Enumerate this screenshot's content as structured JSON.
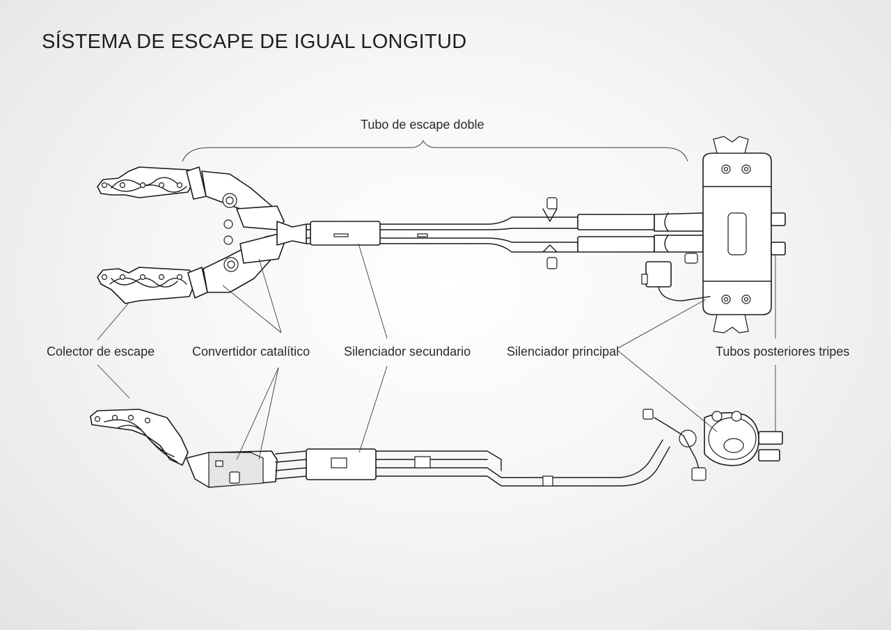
{
  "title": "SÍSTEMA DE ESCAPE DE IGUAL LONGITUD",
  "labels": {
    "tubo_doble": "Tubo de escape doble",
    "colector": "Colector de escape",
    "convertidor": "Convertidor catalítico",
    "silenciador_secundario": "Silenciador secundario",
    "silenciador_principal": "Silenciador principal",
    "tubos_posteriores": "Tubos posteriores tripes"
  },
  "colors": {
    "background": "#f2f2f2",
    "line": "#1a1a1a",
    "text": "#2a2a2a"
  }
}
